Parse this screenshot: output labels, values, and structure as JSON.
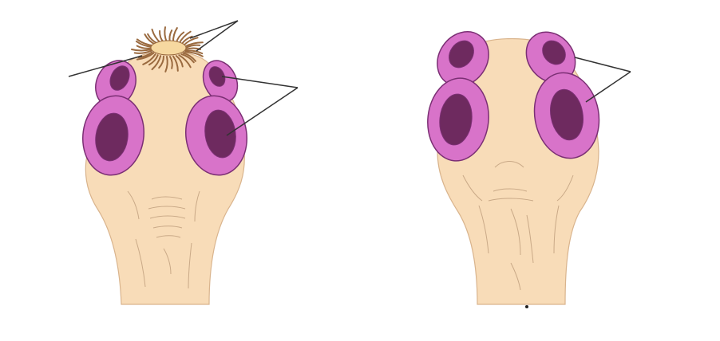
{
  "figure": {
    "panels": [
      {
        "id": "left",
        "features": [
          "hooks",
          "suckers"
        ],
        "sucker_count": 4,
        "leader_line_groups": 3
      },
      {
        "id": "right",
        "features": [
          "suckers"
        ],
        "sucker_count": 4,
        "leader_line_groups": 1
      }
    ],
    "colors": {
      "body": "#f8dcb8",
      "body_outline": "#d9b48d",
      "sucker_outer": "#d873c9",
      "sucker_outline": "#7b2f74",
      "sucker_inner": "#6e2a5f",
      "hooks": "#9a6a3f",
      "rostellum": "#f6d8a0",
      "wrinkle": "#c9a987",
      "leader_line": "#333333",
      "background": "#ffffff"
    }
  }
}
